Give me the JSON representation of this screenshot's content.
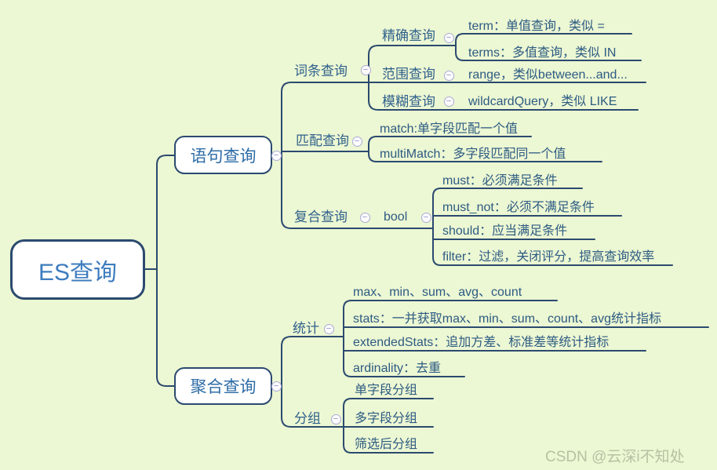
{
  "app": {
    "type": "mind-map",
    "title": "ES查询"
  },
  "icons": {
    "collapse_minus": "−"
  },
  "colors": {
    "background": "#ECF7D3",
    "connector_line": "#2B4A6F",
    "box_border": "#2B4A6F",
    "box_fill": "#FFFFFF",
    "root_text": "#3E7CBE",
    "branch_text": "#2D6CA6",
    "node_text": "#30618C",
    "leaf_text": "#2D5B83",
    "collapse_icon_border": "#ABABD6"
  },
  "watermark": {
    "text": "CSDN @云深i不知处"
  },
  "mindmap": {
    "root": {
      "label": "ES查询",
      "children": {
        "statement": {
          "label": "语句查询",
          "children": {
            "term_query": {
              "label": "词条查询",
              "children": {
                "exact_query": {
                  "label": "精确查询",
                  "children": {
                    "term": {
                      "label": "term：单值查询，类似 ="
                    },
                    "terms": {
                      "label": "terms：多值查询，类似 IN"
                    }
                  }
                },
                "range_query": {
                  "label": "范围查询",
                  "children": {
                    "range": {
                      "label": "range，类似between...and..."
                    }
                  }
                },
                "fuzzy_query": {
                  "label": "模糊查询",
                  "children": {
                    "wildcard": {
                      "label": "wildcardQuery，类似 LIKE"
                    }
                  }
                }
              }
            },
            "match_query": {
              "label": "匹配查询",
              "children": {
                "match": {
                  "label": "match:单字段匹配一个值"
                },
                "multi_match": {
                  "label": "multiMatch：多字段匹配同一个值"
                }
              }
            },
            "compound_query": {
              "label": "复合查询",
              "children": {
                "bool": {
                  "label": "bool",
                  "children": {
                    "must": {
                      "label": "must：必须满足条件"
                    },
                    "must_not": {
                      "label": "must_not：必须不满足条件"
                    },
                    "should": {
                      "label": "should：应当满足条件"
                    },
                    "filter": {
                      "label": "filter：过滤，关闭评分，提高查询效率"
                    }
                  }
                }
              }
            }
          }
        },
        "aggregate": {
          "label": "聚合查询",
          "children": {
            "stats_group": {
              "label": "统计",
              "children": {
                "funcs": {
                  "label": "max、min、sum、avg、count"
                },
                "stats": {
                  "label": "stats：一并获取max、min、sum、count、avg统计指标"
                },
                "extended_stats": {
                  "label": "extendedStats：追加方差、标准差等统计指标"
                },
                "ardinality": {
                  "label": "ardinality：去重"
                }
              }
            },
            "grouping": {
              "label": "分组",
              "children": {
                "single_field": {
                  "label": "单字段分组"
                },
                "multi_field": {
                  "label": "多字段分组"
                },
                "filtered": {
                  "label": "筛选后分组"
                }
              }
            }
          }
        }
      }
    }
  }
}
